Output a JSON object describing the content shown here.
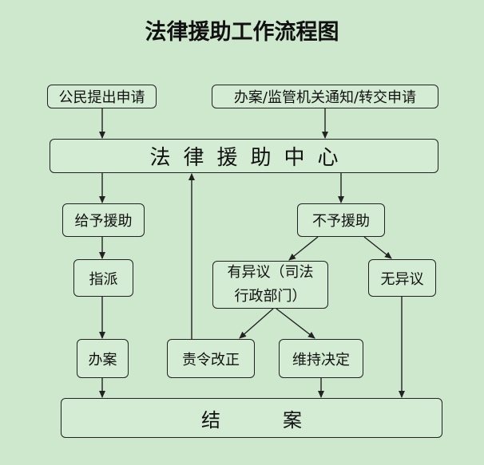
{
  "title": "法律援助工作流程图",
  "nodes": {
    "citizen_apply": "公民提出申请",
    "agency_notice": "办案/监管机关通知/转交申请",
    "legal_aid_center": "法律援助中心",
    "grant_aid": "给予援助",
    "deny_aid": "不予援助",
    "assign": "指派",
    "objection_line1": "有异议（司法",
    "objection_line2": "行政部门）",
    "no_objection": "无异议",
    "handle_case": "办案",
    "order_correction": "责令改正",
    "uphold_decision": "维持决定",
    "end_label_left": "结",
    "end_label_right": "案"
  },
  "colors": {
    "background": "#cde8cd",
    "box_fill": "#d3ecd3",
    "stroke": "#222222"
  }
}
